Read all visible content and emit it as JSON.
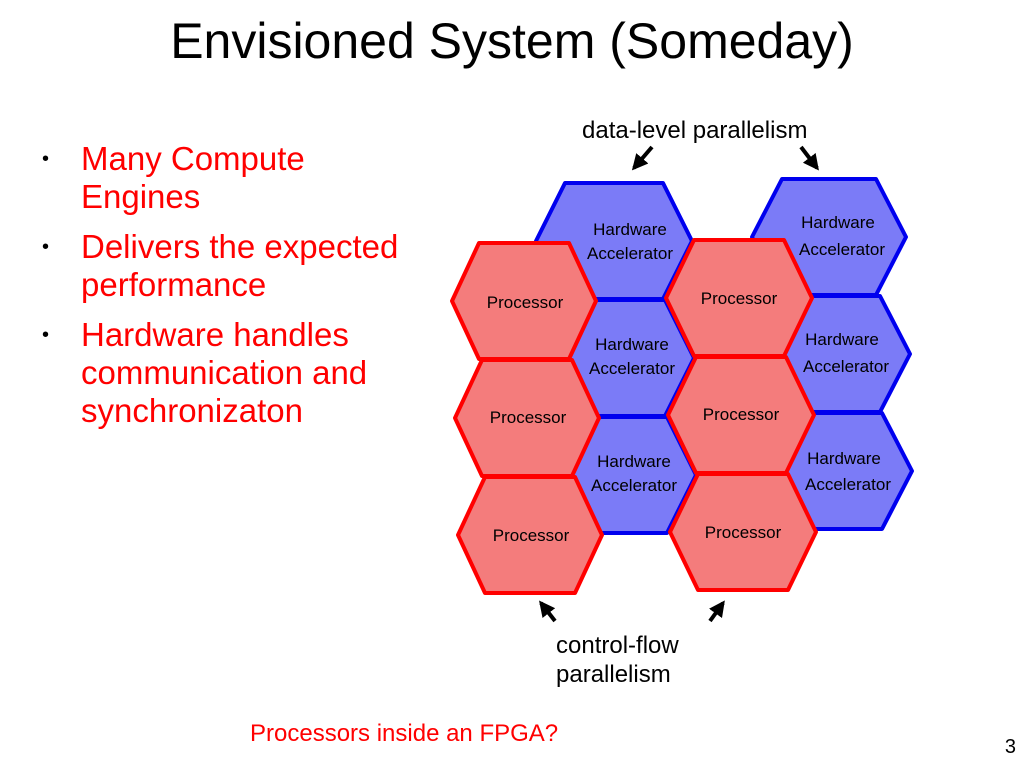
{
  "slide": {
    "title": "Envisioned System (Someday)",
    "page_number": "3"
  },
  "bullets": [
    {
      "text": "Many Compute Engines"
    },
    {
      "text": "Delivers the expected performance"
    },
    {
      "text": "Hardware handles communication and synchronizaton"
    }
  ],
  "diagram": {
    "top_label": "data-level parallelism",
    "bottom_label_line1": "control-flow",
    "bottom_label_line2": "parallelism",
    "accelerator_line1": "Hardware",
    "accelerator_line2": "Accelerator",
    "processor_label": "Processor",
    "colors": {
      "processor_fill": "#f47c7c",
      "processor_stroke": "#ff0000",
      "accelerator_fill": "#7b7bf7",
      "accelerator_stroke": "#0000ee"
    }
  },
  "footer": "Processors inside an FPGA?"
}
